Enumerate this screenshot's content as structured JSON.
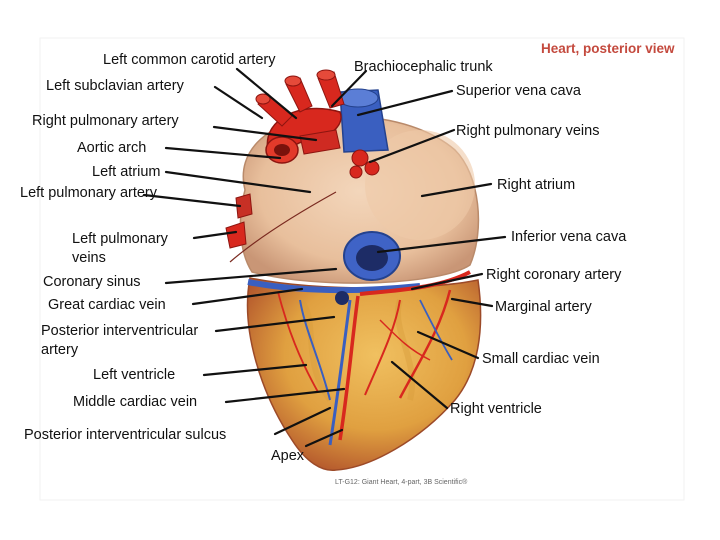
{
  "title": "Heart, posterior view",
  "credit": "LT-G12: Giant Heart, 4-part, 3B Scientific®",
  "labels": {
    "left_common_carotid": "Left common carotid artery",
    "left_subclavian": "Left subclavian artery",
    "right_pulmonary_artery": "Right pulmonary artery",
    "aortic_arch": "Aortic arch",
    "left_atrium": "Left atrium",
    "left_pulmonary_artery": "Left pulmonary artery",
    "left_pulmonary_veins": "Left pulmonary veins",
    "coronary_sinus": "Coronary sinus",
    "great_cardiac_vein": "Great cardiac vein",
    "posterior_interventricular_artery": "Posterior interventricular artery",
    "left_ventricle": "Left ventricle",
    "middle_cardiac_vein": "Middle cardiac vein",
    "posterior_interventricular_sulcus": "Posterior interventricular sulcus",
    "apex": "Apex",
    "brachiocephalic_trunk": "Brachiocephalic trunk",
    "superior_vena_cava": "Superior vena cava",
    "right_pulmonary_veins": "Right pulmonary veins",
    "right_atrium": "Right atrium",
    "inferior_vena_cava": "Inferior vena cava",
    "right_coronary_artery": "Right coronary artery",
    "marginal_artery": "Marginal artery",
    "small_cardiac_vein": "Small cardiac vein",
    "right_ventricle": "Right ventricle"
  },
  "colors": {
    "artery": "#d8281e",
    "vein": "#3a5fc0",
    "atria": "#ecc7a6",
    "ventricle_fat": "#e8b24a",
    "leader": "#111111",
    "title": "#c44a3e"
  }
}
